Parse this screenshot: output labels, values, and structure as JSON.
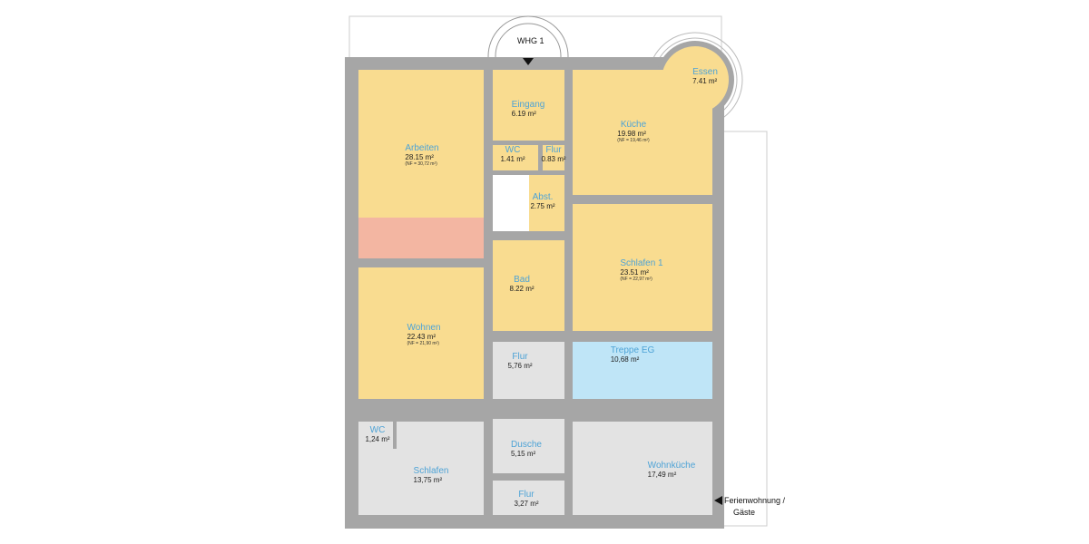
{
  "colors": {
    "wall": "#a6a6a6",
    "living": "#f9dc90",
    "stair_upper": "#f3b6a2",
    "guest": "#e3e3e3",
    "stair_eg": "#bfe5f7",
    "label": "#4ea3d6"
  },
  "entrance_label": "WHG 1",
  "guest_label_1": "Ferienwohnung /",
  "guest_label_2": "Gäste",
  "rooms": [
    {
      "name": "Arbeiten",
      "area": "28.15 m²",
      "nf": "(NF = 30,72 m²)"
    },
    {
      "name": "Eingang",
      "area": "6.19 m²"
    },
    {
      "name": "WC",
      "area": "1.41 m²"
    },
    {
      "name": "Flur",
      "area": "0.83 m²"
    },
    {
      "name": "Küche",
      "area": "19.98 m²",
      "nf": "(NF = 19,46 m²)"
    },
    {
      "name": "Essen",
      "area": "7.41 m²"
    },
    {
      "name": "Abst.",
      "area": "2.75 m²"
    },
    {
      "name": "Bad",
      "area": "8.22 m²"
    },
    {
      "name": "Schlafen 1",
      "area": "23.51 m²",
      "nf": "(NF = 22,97 m²)"
    },
    {
      "name": "Wohnen",
      "area": "22.43 m²",
      "nf": "(NF = 21,90 m²)"
    },
    {
      "name": "Flur",
      "area": "5,76 m²"
    },
    {
      "name": "Treppe EG",
      "area": "10,68 m²"
    },
    {
      "name": "WC",
      "area": "1,24 m²"
    },
    {
      "name": "Schlafen",
      "area": "13,75 m²"
    },
    {
      "name": "Dusche",
      "area": "5,15 m²"
    },
    {
      "name": "Flur",
      "area": "3,27 m²"
    },
    {
      "name": "Wohnküche",
      "area": "17,49 m²"
    }
  ]
}
